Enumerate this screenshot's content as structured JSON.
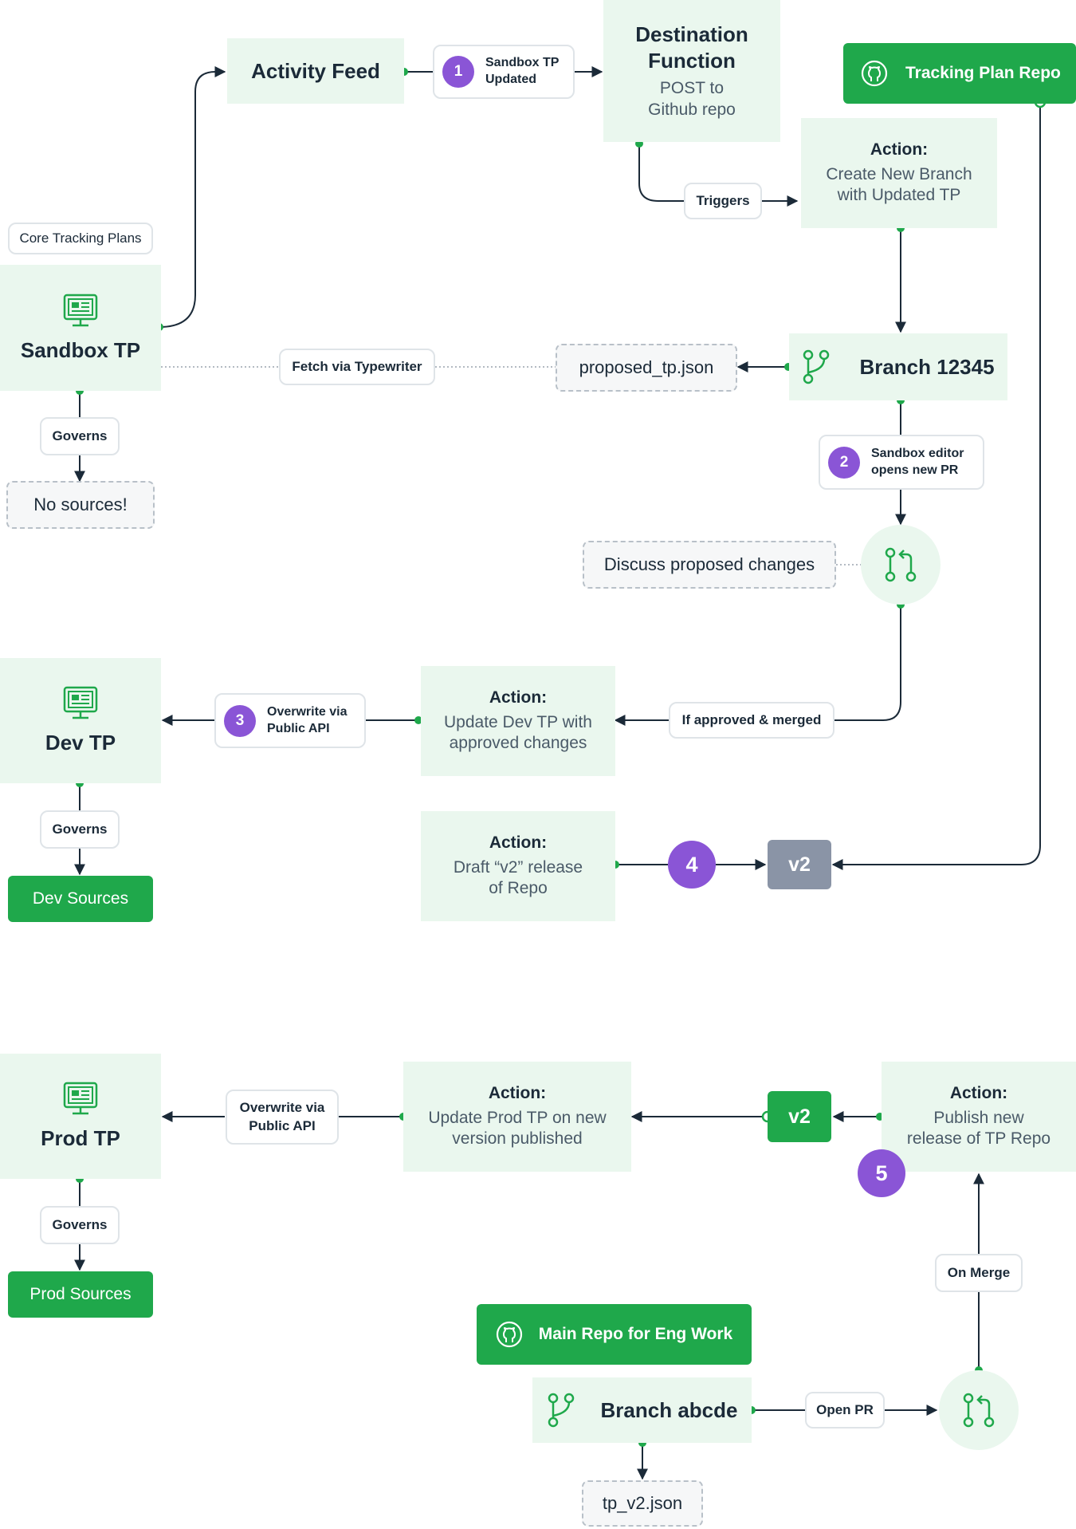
{
  "colors": {
    "accent_green": "#1fa84b",
    "card_fill": "#eaf7ee",
    "step_purple": "#8a55d6",
    "version_gray": "#8a94a6",
    "connector": "#1b2a38"
  },
  "nodes": {
    "activity_feed": "Activity Feed",
    "destination_function": {
      "title": "Destination\nFunction",
      "sub": "POST to\nGithub repo"
    },
    "tracking_plan_repo": {
      "label": "Tracking Plan Repo",
      "icon": "github-icon"
    },
    "core_tracking_plans": "Core Tracking Plans",
    "sandbox_tp": {
      "title": "Sandbox TP",
      "icon": "tracking-plan-icon"
    },
    "create_branch_action": {
      "head": "Action:",
      "body": "Create New Branch\nwith Updated TP"
    },
    "branch_12345": {
      "title": "Branch 12345",
      "icon": "git-branch-icon"
    },
    "proposed_json": "proposed_tp.json",
    "no_sources": "No sources!",
    "discuss_changes": "Discuss proposed changes",
    "pull_request_icon": "pull-request-icon",
    "dev_tp": {
      "title": "Dev TP",
      "icon": "tracking-plan-icon"
    },
    "update_dev_action": {
      "head": "Action:",
      "body": "Update Dev TP with\napproved changes"
    },
    "dev_sources": "Dev Sources",
    "draft_release_action": {
      "head": "Action:",
      "body": "Draft “v2” release\nof Repo"
    },
    "v2_draft": "v2",
    "prod_tp": {
      "title": "Prod TP",
      "icon": "tracking-plan-icon"
    },
    "update_prod_action": {
      "head": "Action:",
      "body": "Update Prod TP on new\nversion published"
    },
    "v2_published": "v2",
    "publish_release_action": {
      "head": "Action:",
      "body": "Publish new\nrelease of TP Repo"
    },
    "prod_sources": "Prod Sources",
    "main_repo": {
      "label": "Main Repo for Eng Work",
      "icon": "github-icon"
    },
    "branch_abcde": {
      "title": "Branch abcde",
      "icon": "git-branch-icon"
    },
    "tp_v2_json": "tp_v2.json"
  },
  "edge_labels": {
    "triggers": "Triggers",
    "fetch_via_typewriter": "Fetch via Typewriter",
    "governs_sandbox": "Governs",
    "if_approved_merged": "If approved & merged",
    "governs_dev": "Governs",
    "overwrite_prod": "Overwrite via\nPublic API",
    "governs_prod": "Governs",
    "on_merge": "On Merge",
    "open_pr": "Open PR"
  },
  "steps": {
    "step1": {
      "number": "1",
      "label": "Sandbox TP\nUpdated"
    },
    "step2": {
      "number": "2",
      "label": "Sandbox editor\nopens new PR"
    },
    "step3": {
      "number": "3",
      "label": "Overwrite via\nPublic API"
    },
    "step4": {
      "number": "4"
    },
    "step5": {
      "number": "5"
    }
  }
}
